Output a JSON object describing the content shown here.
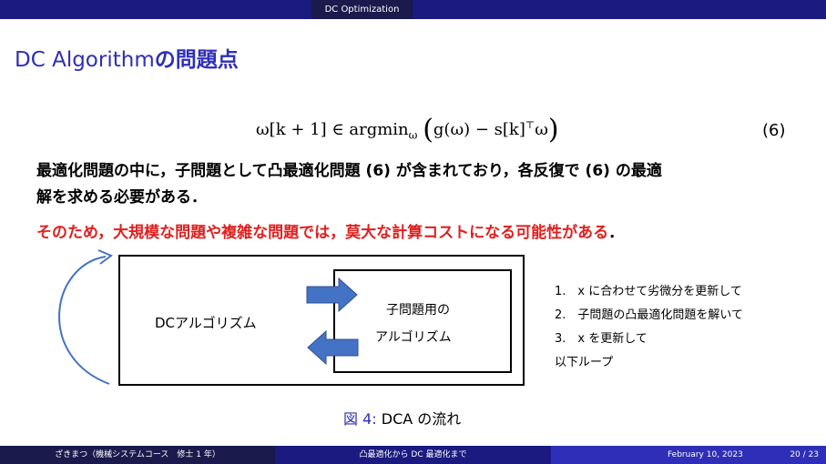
{
  "header": {
    "section": "DC Optimization"
  },
  "title": {
    "latin": "DC Algorithm",
    "japanese": "の問題点"
  },
  "equation": {
    "lhs": "ω[k + 1] ∈ argmin",
    "sub": "ω",
    "body": "g(ω) − s[k]",
    "sup": "⊤",
    "tail": "ω",
    "number": "(6)"
  },
  "paragraph": {
    "line1": "最適化問題の中に，子問題として凸最適化問題 (6) が含まれており，各反復で (6) の最適",
    "line2": "解を求める必要がある．"
  },
  "warning": {
    "text": "そのため，大規模な問題や複雑な問題では，莫大な計算コストになる可能性がある",
    "period": "．"
  },
  "diagram": {
    "outer_label": "DCアルゴリズム",
    "inner_label_line1": "子問題用の",
    "inner_label_line2": "アルゴリズム"
  },
  "steps": [
    "1.　x に合わせて劣微分を更新して",
    "2.　子問題の凸最適化問題を解いて",
    "3.　x を更新して",
    "以下ループ"
  ],
  "caption": {
    "label": "図 4:",
    "text": "DCA の流れ"
  },
  "footer": {
    "author": "ざきまつ（機械システムコース　修士 1 年）",
    "talk": "凸最適化から DC 最適化まで",
    "date": "February 10, 2023",
    "page": "20 / 23"
  },
  "colors": {
    "accent": "#2e2eb8",
    "warning": "#e02020",
    "arrow": "#4472c4",
    "bar_dark": "#1a1a4d",
    "bar_mid": "#1a1a80"
  }
}
